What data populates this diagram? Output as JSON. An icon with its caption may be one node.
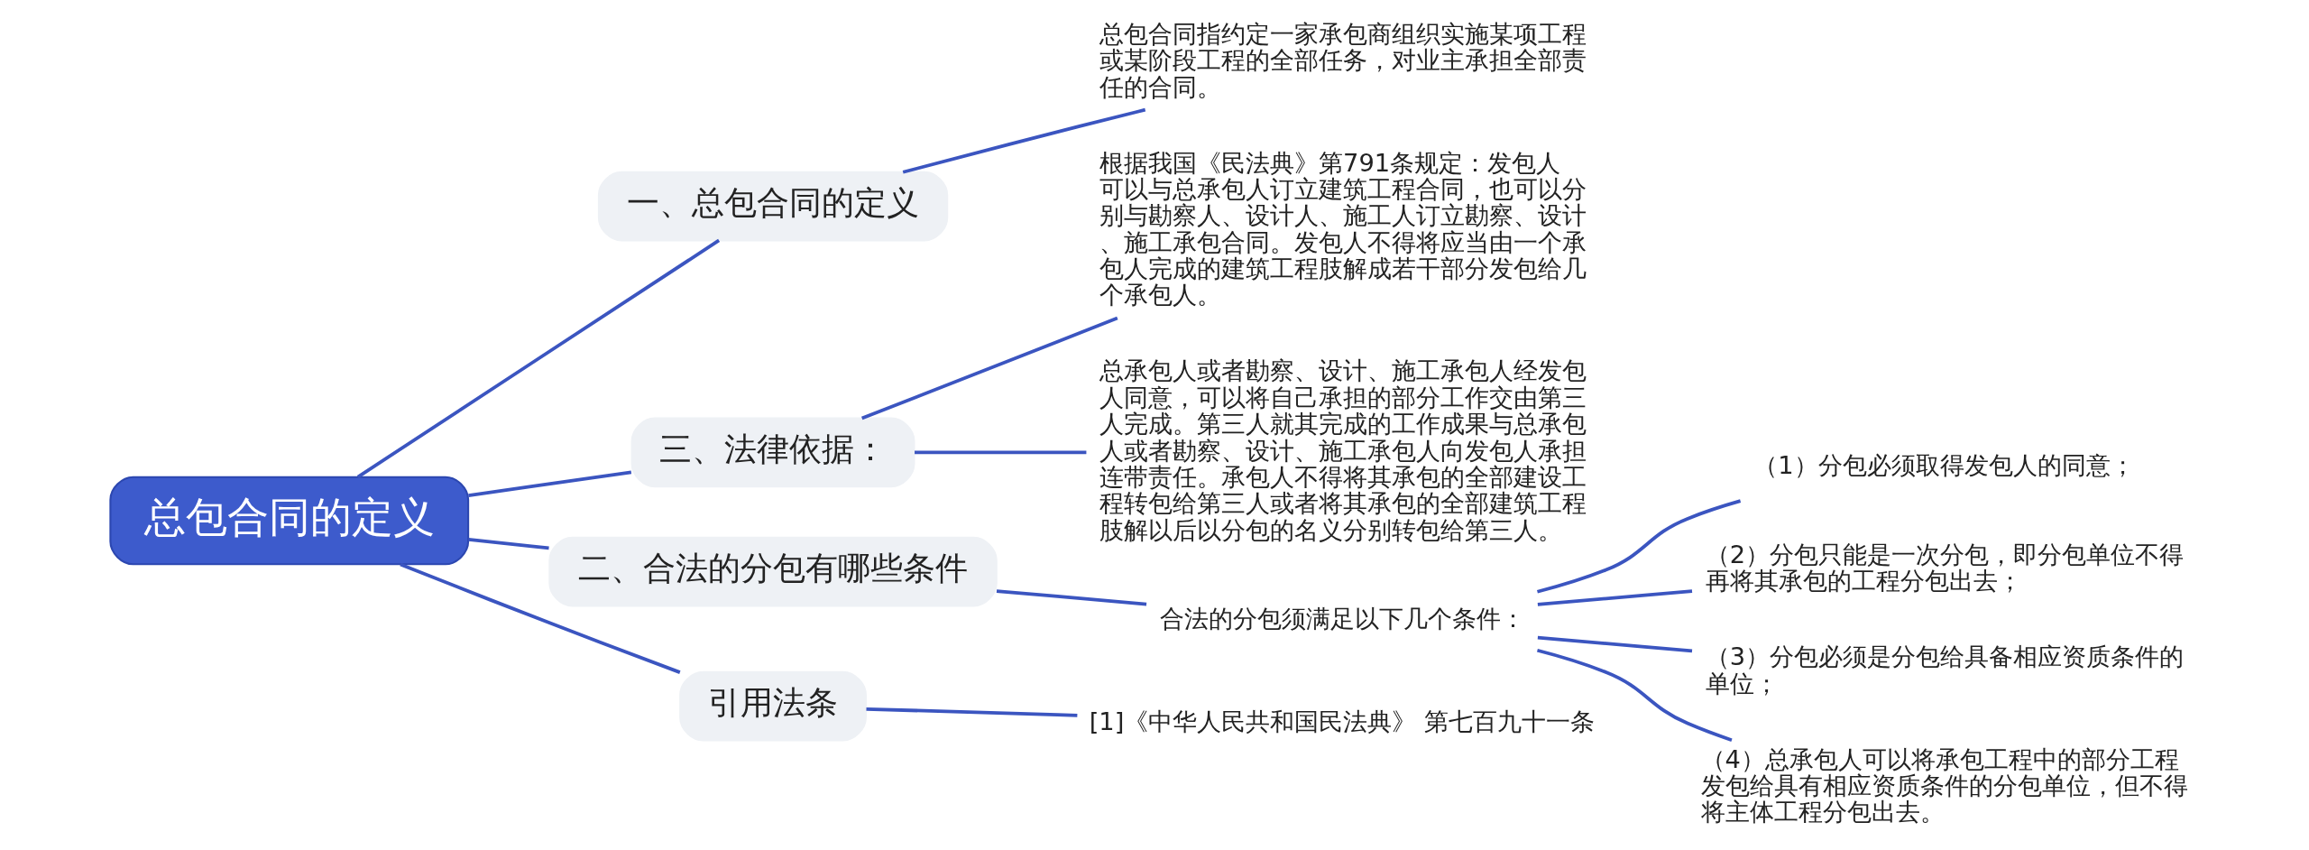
{
  "diagram": {
    "nodes": [
      {
        "text": [
          "总包合同的定义"
        ]
      },
      {
        "text": [
          "一、总包合同的定义"
        ]
      },
      {
        "text": [
          "总包合同指约定一家承包商组织实施某项工程或某阶段工程的全部任务，对业主承担全部责任的合同。"
        ]
      },
      {
        "text": [
          "三、法律依据："
        ]
      },
      {
        "text": [
          "根据我国《民法典》第791条规定：发包人可以与总承包人订立建筑工程合同，也可以分别与勘察人、设计人、施工人订立勘察、设计、施工承包合同。发包人不得将应当由一个承包人完成的建筑工程肢解成若干部分发包给几个承包人。"
        ]
      },
      {
        "text": [
          "总承包人或者勘察、设计、施工承包人经发包人同意，可以将自己承担的部分工作交由第三人完成。第三人就其完成的工作成果与总承包人或者勘察、设计、施工承包人向发包人承担连带责任。承包人不得将其承包的全部建设工程转包给第三人或者将其承包的全部建筑工程肢解以后以分包的名义分别转包给第三人。"
        ]
      },
      {
        "text": [
          "二、合法的分包有哪些条件"
        ]
      },
      {
        "text": [
          "合法的分包须满足以下几个条件："
        ]
      },
      {
        "text": [
          "（1）分包必须取得发包人的同意；"
        ]
      },
      {
        "text": [
          "（2）分包只能是一次分包，即分包单位不得再将其承包的工程分包出去；"
        ]
      },
      {
        "text": [
          "（3）分包必须是分包给具备相应资质条件的单位；"
        ]
      },
      {
        "text": [
          "（4）总承包人可以将承包工程中的部分工程发包给具有相应资质条件的分包单位，但不得将主体工程分包出去。"
        ]
      },
      {
        "text": [
          "引用法条"
        ]
      },
      {
        "text": [
          "[1]《中华人民共和国民法典》 第七百九十一条"
        ]
      }
    ],
    "edges": [
      {
        "from": 0,
        "to": 1,
        "arrow": "none"
      },
      {
        "from": 1,
        "to": 2,
        "arrow": "none"
      },
      {
        "from": 0,
        "to": 3,
        "arrow": "none"
      },
      {
        "from": 3,
        "to": 4,
        "arrow": "none"
      },
      {
        "from": 3,
        "to": 5,
        "arrow": "none"
      },
      {
        "from": 0,
        "to": 6,
        "arrow": "none"
      },
      {
        "from": 6,
        "to": 7,
        "arrow": "none"
      },
      {
        "from": 7,
        "to": 8,
        "arrow": "none"
      },
      {
        "from": 7,
        "to": 9,
        "arrow": "none"
      },
      {
        "from": 7,
        "to": 10,
        "arrow": "none"
      },
      {
        "from": 7,
        "to": 11,
        "arrow": "none"
      },
      {
        "from": 0,
        "to": 12,
        "arrow": "none"
      },
      {
        "from": 12,
        "to": 13,
        "arrow": "none"
      }
    ]
  }
}
